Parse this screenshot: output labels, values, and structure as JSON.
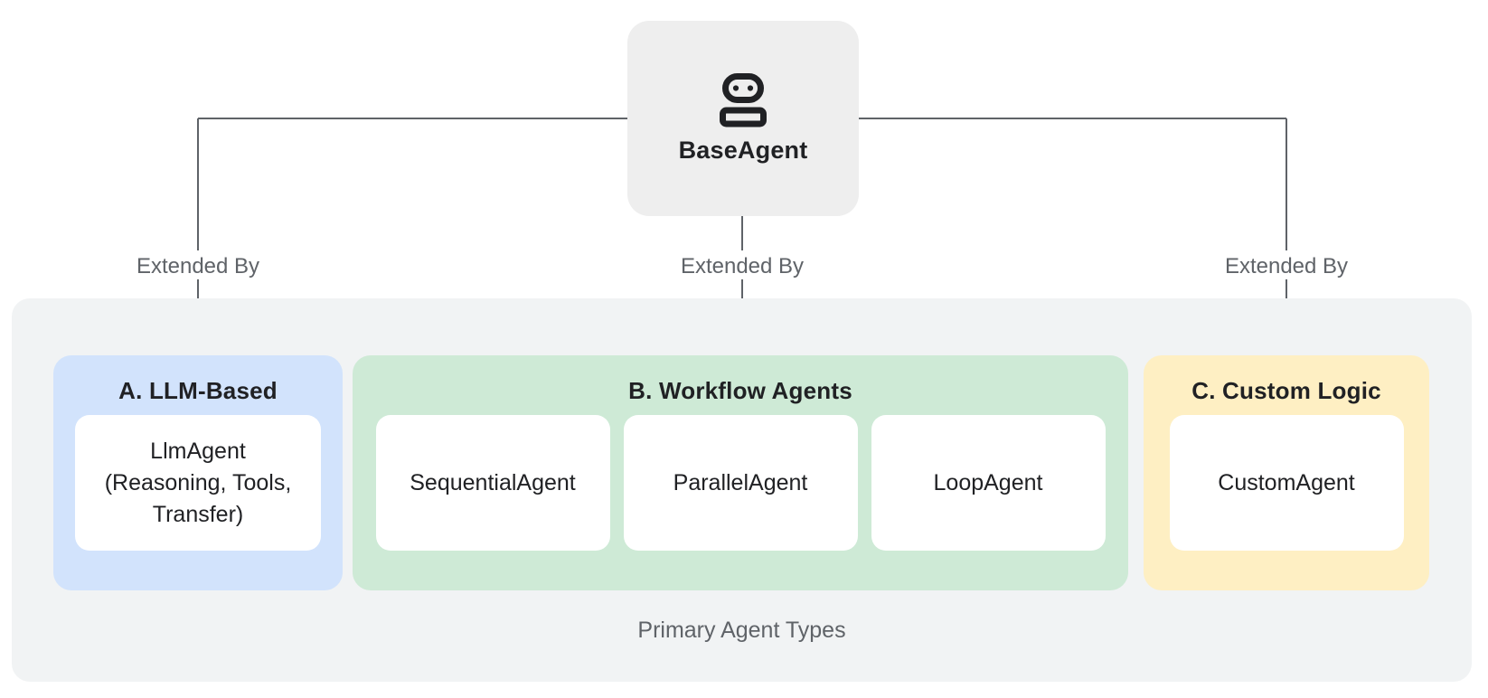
{
  "root_node": {
    "label": "BaseAgent",
    "icon": "robot-icon"
  },
  "edge_labels": [
    "Extended By",
    "Extended By",
    "Extended By"
  ],
  "groups": [
    {
      "title": "A. LLM-Based",
      "bg": "#d2e3fc",
      "cards": [
        {
          "lines": [
            "LlmAgent",
            "(Reasoning, Tools,",
            "Transfer)"
          ]
        }
      ]
    },
    {
      "title": "B. Workflow Agents",
      "bg": "#ceead6",
      "cards": [
        {
          "lines": [
            "SequentialAgent"
          ]
        },
        {
          "lines": [
            "ParallelAgent"
          ]
        },
        {
          "lines": [
            "LoopAgent"
          ]
        }
      ]
    },
    {
      "title": "C. Custom Logic",
      "bg": "#feefc3",
      "cards": [
        {
          "lines": [
            "CustomAgent"
          ]
        }
      ]
    }
  ],
  "caption": "Primary Agent Types",
  "colors": {
    "root_bg": "#eeeeee",
    "container_bg": "#f1f3f4",
    "group_a_bg": "#d2e3fc",
    "group_b_bg": "#ceead6",
    "group_c_bg": "#feefc3",
    "connector": "#5f6368",
    "text_primary": "#202124",
    "text_secondary": "#5f6368"
  }
}
